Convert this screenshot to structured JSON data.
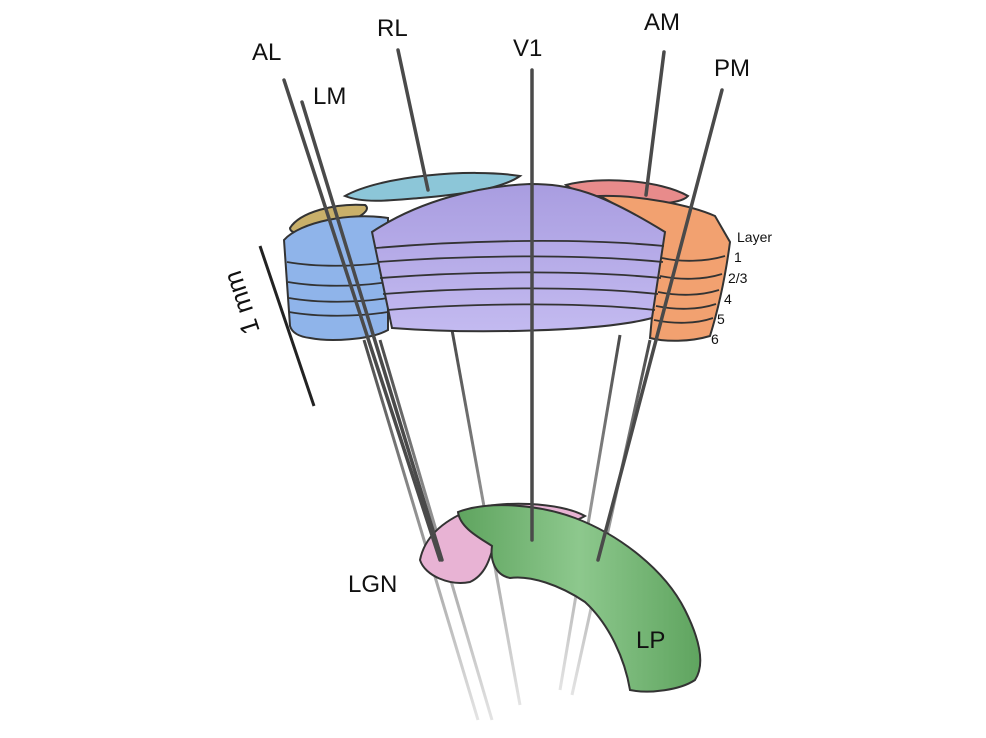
{
  "probes": {
    "AL": "AL",
    "LM": "LM",
    "RL": "RL",
    "V1": "V1",
    "AM": "AM",
    "PM": "PM"
  },
  "layers": {
    "title": "Layer",
    "items": [
      "1",
      "2/3",
      "4",
      "5",
      "6"
    ]
  },
  "scale": "1 mm",
  "nuclei": {
    "lgn": "LGN",
    "lp": "LP"
  },
  "colors": {
    "V1": "#b8aee8",
    "LM": "#8fb4ea",
    "RL": "#8cc6d8",
    "AM": "#e88b8b",
    "PM": "#f2a170",
    "AL": "#c9b06a",
    "LGN": "#e8b3d4",
    "LP": "#6aae6a"
  }
}
